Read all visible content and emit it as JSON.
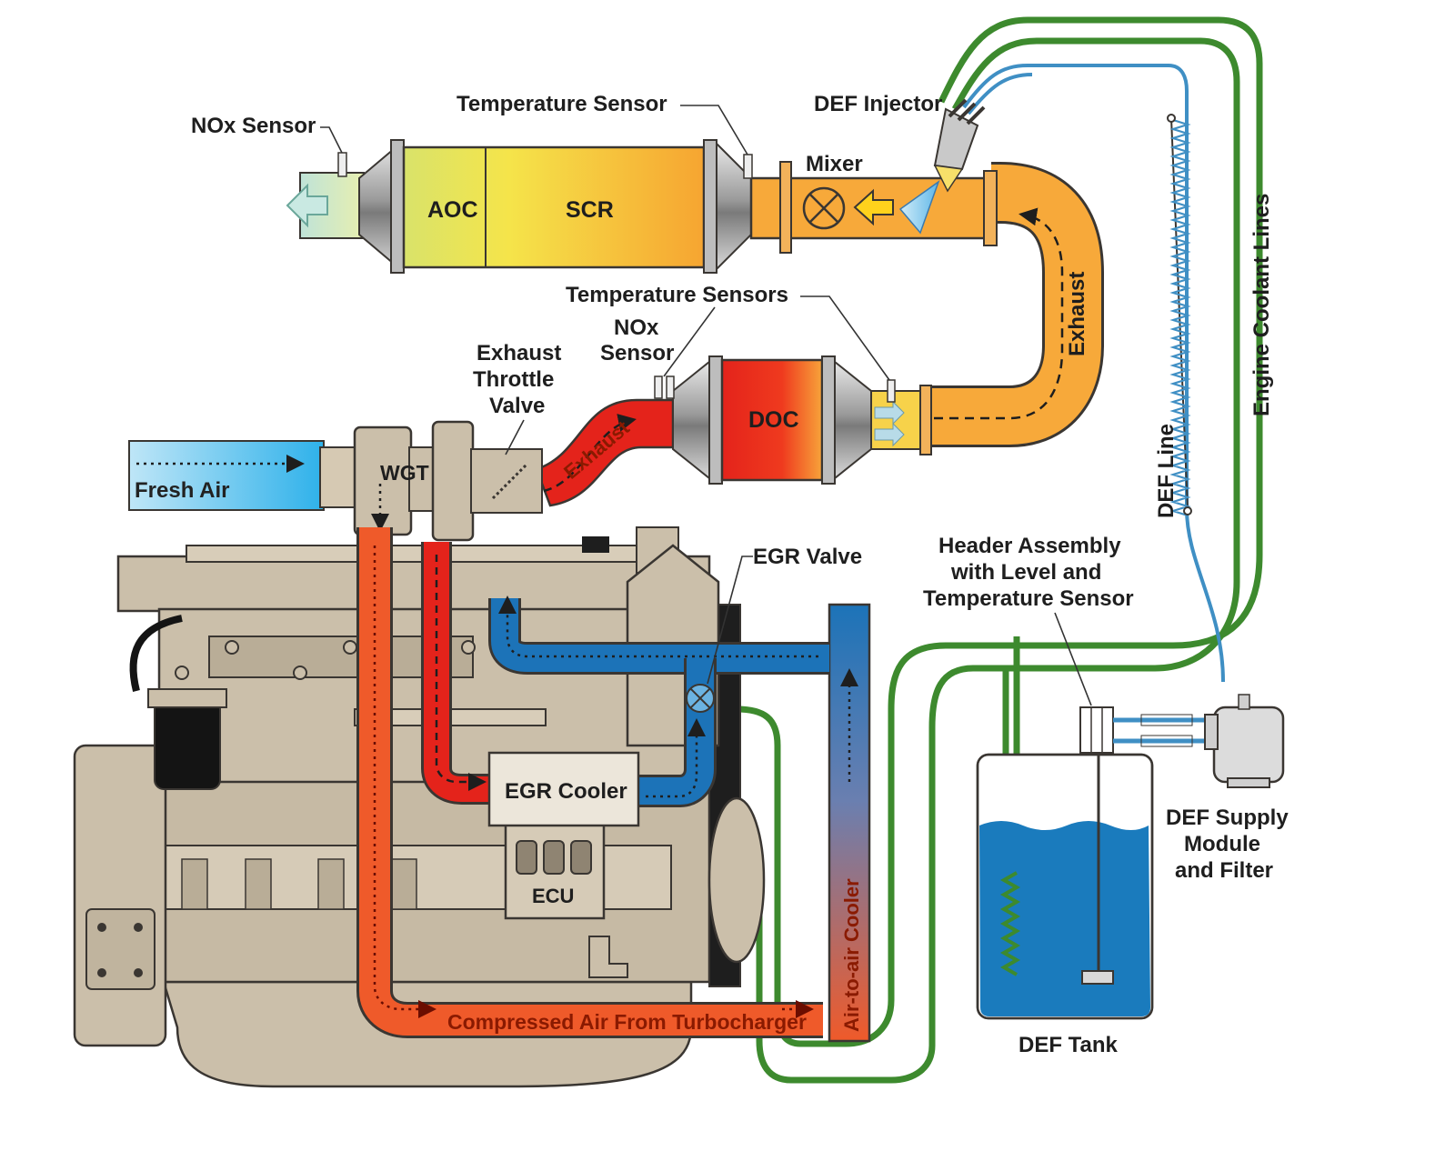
{
  "labels": {
    "nox_sensor_top": "NOx Sensor",
    "temperature_sensor": "Temperature Sensor",
    "def_injector": "DEF Injector",
    "mixer": "Mixer",
    "aoc": "AOC",
    "scr": "SCR",
    "temperature_sensors": "Temperature Sensors",
    "nox_sensor_mid_1": "NOx",
    "nox_sensor_mid_2": "Sensor",
    "exhaust_throttle_1": "Exhaust",
    "exhaust_throttle_2": "Throttle",
    "exhaust_throttle_3": "Valve",
    "doc": "DOC",
    "exhaust_pipe_left": "Exhaust",
    "exhaust_pipe_right": "Exhaust",
    "fresh_air": "Fresh Air",
    "wgt": "WGT",
    "egr_valve": "EGR Valve",
    "egr_cooler": "EGR Cooler",
    "ecu": "ECU",
    "compressed_air": "Compressed Air From Turbocharger",
    "air_to_air_cooler": "Air-to-air Cooler",
    "header_1": "Header Assembly",
    "header_2": "with Level and",
    "header_3": "Temperature Sensor",
    "def_tank": "DEF Tank",
    "def_supply_1": "DEF Supply",
    "def_supply_2": "Module",
    "def_supply_3": "and Filter",
    "def_line": "DEF Line",
    "engine_coolant_lines": "Engine Coolant Lines"
  },
  "colors": {
    "coolant_green": "#3d8a2e",
    "def_blue_line": "#3f8fc4",
    "egr_blue": "#1c73b8",
    "exhaust_red": "#e4231b",
    "compressed_orange": "#ef5a2a",
    "exhaust_orange": "#f7a93a",
    "fresh_air_blue": "#3ab6ea",
    "engine_tan": "#cbbfaa",
    "outline": "#3a3632",
    "def_fluid": "#1a7bbd"
  }
}
